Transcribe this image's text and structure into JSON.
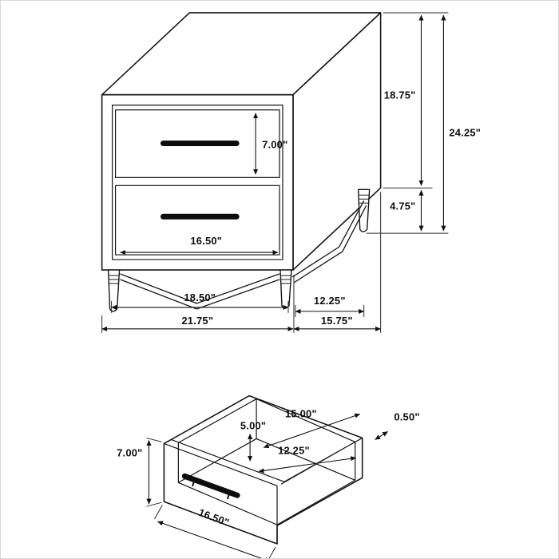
{
  "figure": {
    "description": "Nightstand dimension diagram with open drawer detail"
  },
  "nightstand": {
    "dims": {
      "drawer_front_height": "7.00\"",
      "case_side_height": "18.75\"",
      "overall_height": "24.25\"",
      "leg_height": "4.75\"",
      "drawer_width": "16.50\"",
      "front_leg_span": "18.50\"",
      "side_leg_span": "12.25\"",
      "overall_width": "21.75\"",
      "overall_depth": "15.75\""
    }
  },
  "drawer": {
    "dims": {
      "front_height": "7.00\"",
      "interior_height": "5.00\"",
      "interior_width": "15.00\"",
      "wall_thickness": "0.50\"",
      "interior_depth": "12.25\"",
      "front_width": "16.50\""
    }
  }
}
